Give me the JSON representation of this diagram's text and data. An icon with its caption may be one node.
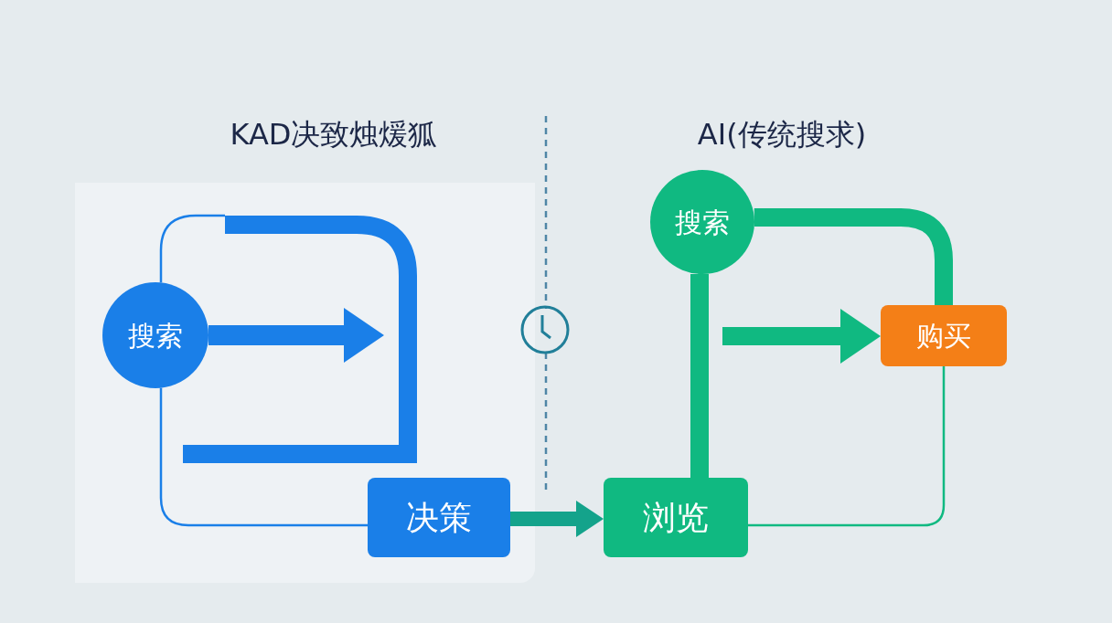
{
  "diagram": {
    "nodes": [
      {
        "text": [
          "搜索"
        ]
      },
      {
        "text": [
          "决策"
        ]
      },
      {
        "text": [
          "浏览"
        ]
      },
      {
        "text": [
          "搜索"
        ]
      },
      {
        "text": [
          "购买"
        ]
      }
    ],
    "edges": [
      {
        "from": 0,
        "to": null,
        "arrow": "to",
        "color": "#1a7fe8"
      },
      {
        "from": 0,
        "to": null,
        "arrow": "none",
        "color": "#1a7fe8"
      },
      {
        "from": 0,
        "to": 1,
        "arrow": "none",
        "color": "#1a7fe8"
      },
      {
        "from": 1,
        "to": 2,
        "arrow": "to",
        "color": "#14a38b"
      },
      {
        "from": 3,
        "to": 4,
        "arrow": "none"
      },
      {
        "from": 2,
        "to": 3,
        "arrow": "none"
      },
      {
        "from": null,
        "to": 4,
        "arrow": "to"
      },
      {
        "from": 2,
        "to": 4,
        "arrow": "none"
      }
    ],
    "labels": [
      "KAD决致烛煖狐",
      "AI(传统搜求)"
    ]
  }
}
